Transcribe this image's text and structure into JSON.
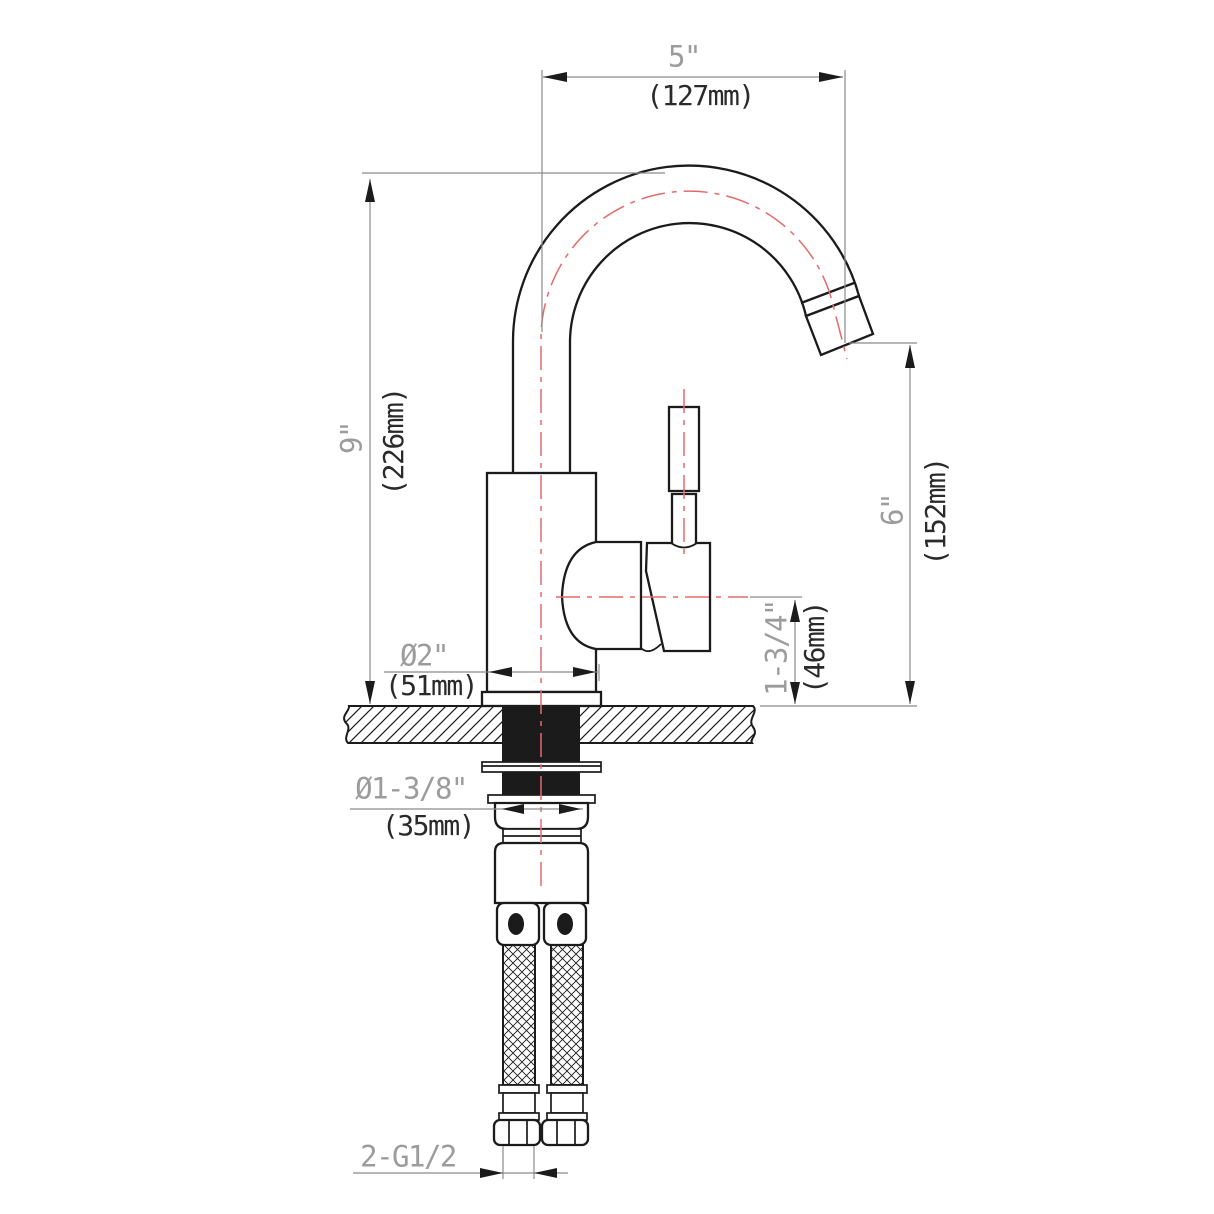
{
  "drawing": {
    "title": "Single-handle gooseneck faucet — dimensioned side elevation",
    "dimensions": {
      "spout_reach": {
        "inch": "5\"",
        "mm": "(127mm)"
      },
      "overall_height": {
        "inch": "9\"",
        "mm": "(226mm)"
      },
      "spout_height": {
        "inch": "6\"",
        "mm": "(152mm)"
      },
      "aerator_to_deck": {
        "inch": "1-3/4\"",
        "mm": "(46mm)"
      },
      "base_diameter": {
        "inch": "Ø2\"",
        "mm": "(51mm)"
      },
      "hole_diameter": {
        "inch": "Ø1-3/8\"",
        "mm": "(35mm)"
      },
      "supply_thread": {
        "label": "2-G1/2"
      }
    },
    "colors": {
      "object_line": "#1b1b1b",
      "dimension_line": "#8a8a8a",
      "inch_text": "#9c9c9c",
      "mm_text": "#2a2a2a",
      "centerline_red": "#e66a6a",
      "background": "#ffffff"
    }
  }
}
